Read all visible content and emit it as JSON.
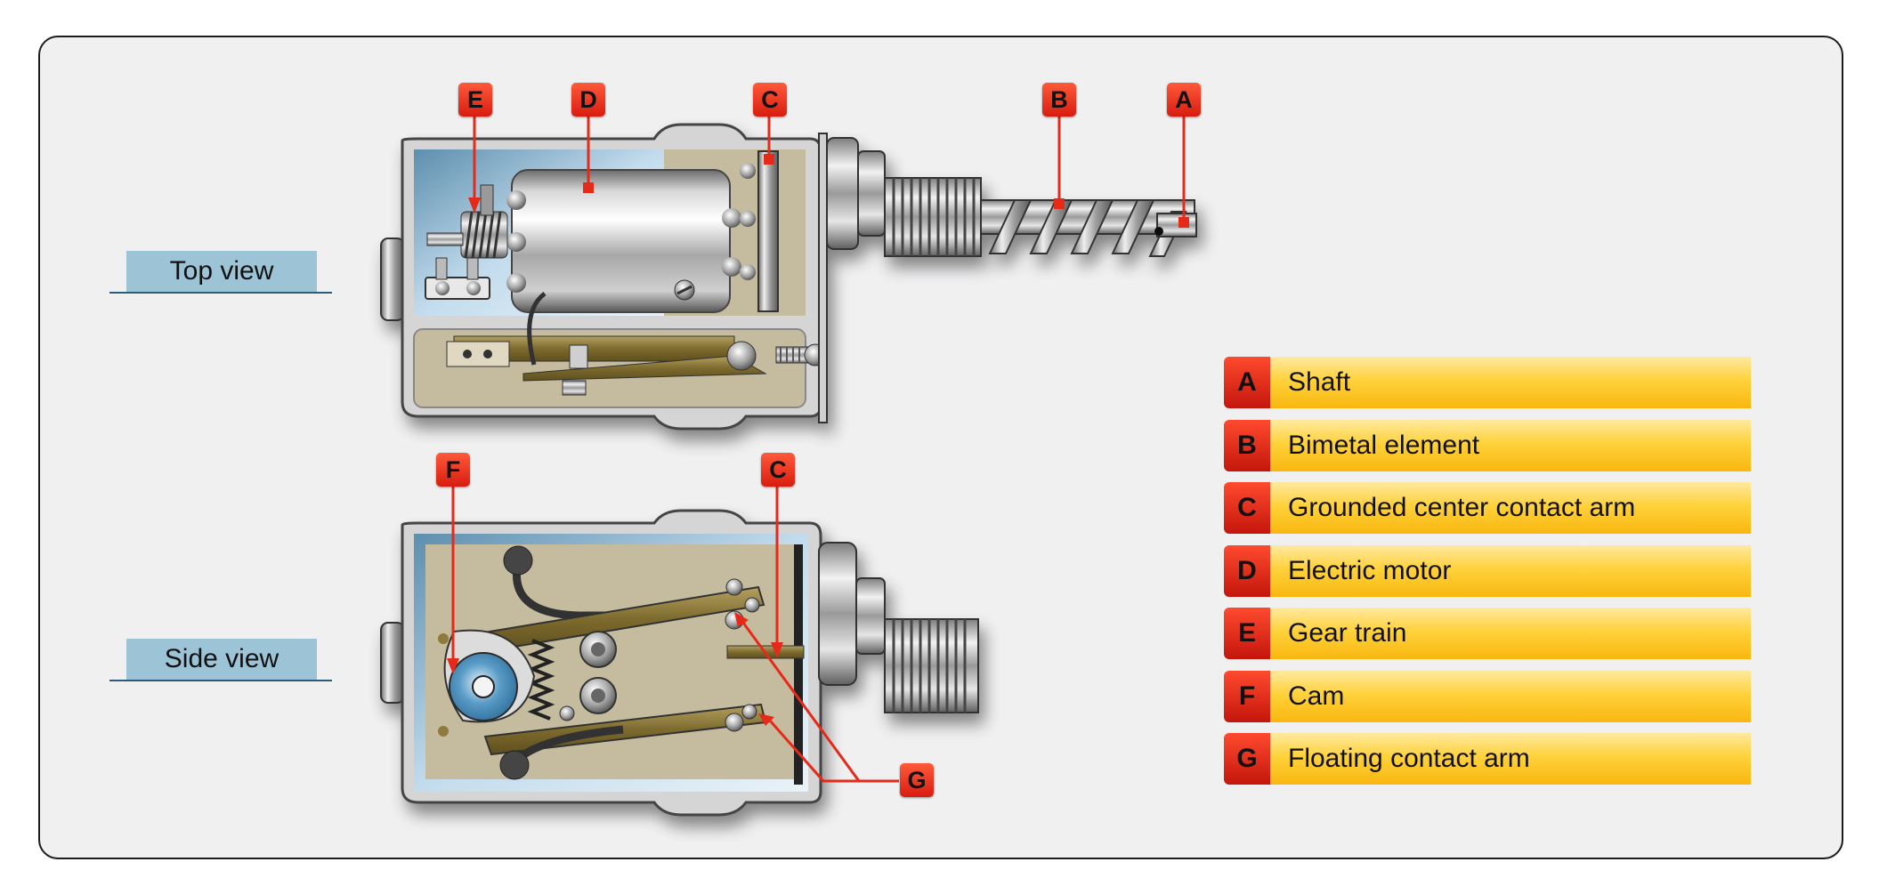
{
  "views": [
    {
      "id": "top",
      "label": "Top view"
    },
    {
      "id": "side",
      "label": "Side view"
    }
  ],
  "callouts": [
    {
      "letter": "E",
      "view": "top"
    },
    {
      "letter": "D",
      "view": "top"
    },
    {
      "letter": "C",
      "view": "top"
    },
    {
      "letter": "B",
      "view": "top"
    },
    {
      "letter": "A",
      "view": "top"
    },
    {
      "letter": "F",
      "view": "side"
    },
    {
      "letter": "C",
      "view": "side"
    },
    {
      "letter": "G",
      "view": "side"
    }
  ],
  "legend": [
    {
      "letter": "A",
      "label": "Shaft"
    },
    {
      "letter": "B",
      "label": "Bimetal element"
    },
    {
      "letter": "C",
      "label": "Grounded center contact arm"
    },
    {
      "letter": "D",
      "label": "Electric motor"
    },
    {
      "letter": "E",
      "label": "Gear train"
    },
    {
      "letter": "F",
      "label": "Cam"
    },
    {
      "letter": "G",
      "label": "Floating contact arm"
    }
  ],
  "colors": {
    "callout_red": "#e52a1a",
    "legend_yellow": "#fcc21f",
    "view_label_blue": "#9dc3d6",
    "housing_blue": "#a9cbe0",
    "inner_tan": "#c2b99c",
    "brass": "#8e7a3c"
  }
}
